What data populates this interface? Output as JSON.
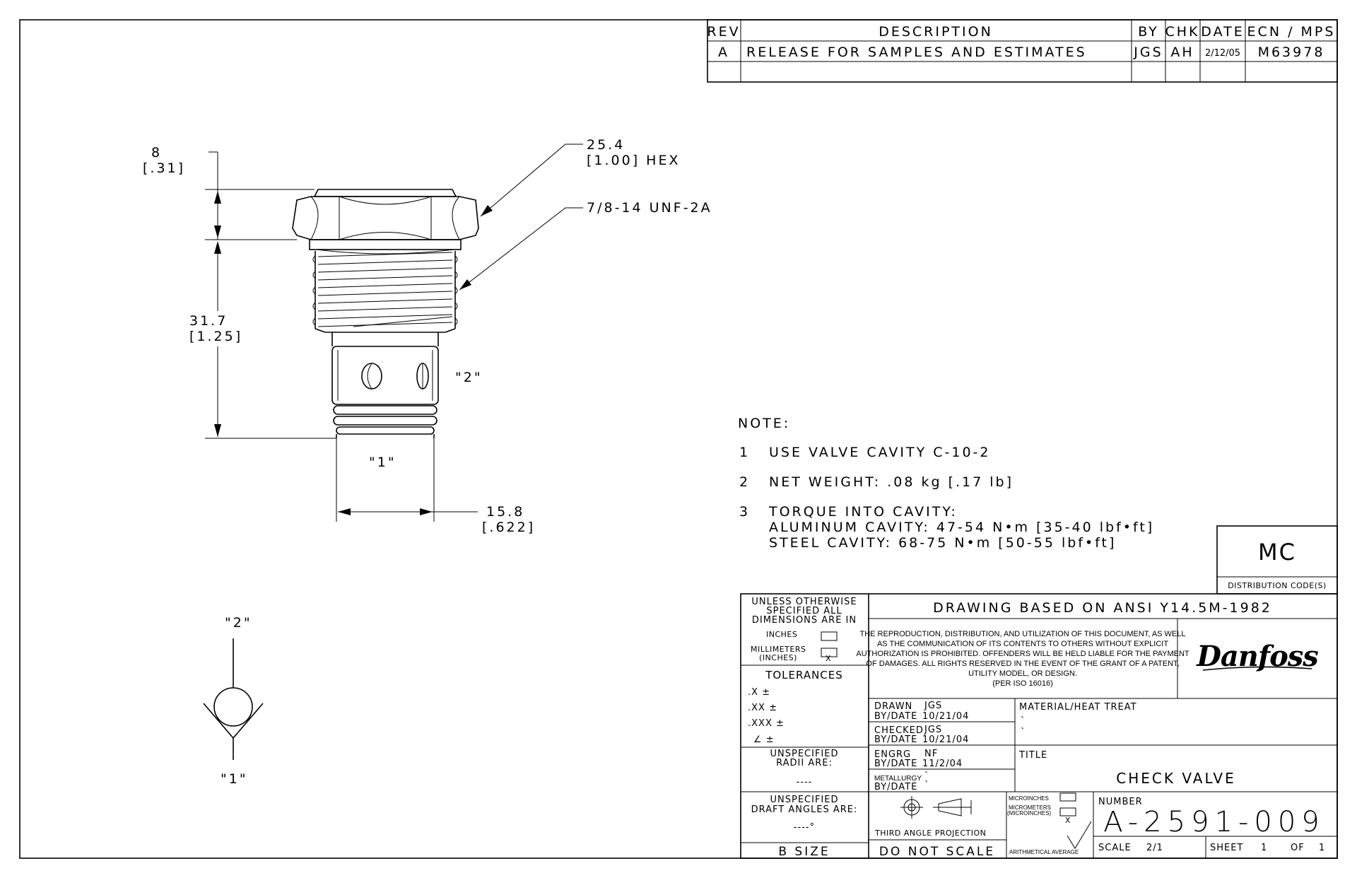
{
  "revision_table": {
    "headers": [
      "REV",
      "DESCRIPTION",
      "BY",
      "CHK",
      "DATE",
      "ECN / MPS"
    ],
    "rows": [
      [
        "A",
        "RELEASE FOR SAMPLES AND ESTIMATES",
        "JGS",
        "AH",
        "2/12/05",
        "M63978"
      ]
    ]
  },
  "drawing": {
    "dim_hex_height_mm": "8",
    "dim_hex_height_in": "[.31]",
    "dim_hex_size_mm": "25.4",
    "dim_hex_size_in": "[1.00] HEX",
    "dim_thread": "7/8-14 UNF-2A",
    "dim_length_mm": "31.7",
    "dim_length_in": "[1.25]",
    "port2_label": "\"2\"",
    "port1_label": "\"1\"",
    "dim_dia_mm": "15.8",
    "dim_dia_in": "[.622]",
    "symbol_top_label": "\"2\"",
    "symbol_bottom_label": "\"1\""
  },
  "notes": {
    "heading": "NOTE:",
    "items": [
      {
        "num": "1",
        "lines": [
          "USE VALVE CAVITY C-10-2"
        ]
      },
      {
        "num": "2",
        "lines": [
          "NET WEIGHT: .08 kg [.17 lb]"
        ]
      },
      {
        "num": "3",
        "lines": [
          "TORQUE INTO CAVITY:",
          "ALUMINUM CAVITY: 47-54 N•m [35-40 lbf•ft]",
          "STEEL CAVITY: 68-75 N•m [50-55 lbf•ft]"
        ]
      }
    ]
  },
  "distribution": {
    "code": "MC",
    "label": "DISTRIBUTION CODE(S)"
  },
  "title_block": {
    "unless_lines": [
      "UNLESS OTHERWISE",
      "SPECIFIED ALL",
      "DIMENSIONS ARE IN"
    ],
    "inches_label": "INCHES",
    "mm_label_1": "MILLIMETERS",
    "mm_label_2": "(INCHES)",
    "mm_box_mark": "X",
    "tolerances_label": "TOLERANCES",
    "tol_x": ".X  ±",
    "tol_xx": ".XX  ±",
    "tol_xxx": ".XXX ±",
    "tol_angle": "∠  ±",
    "radii_lines": [
      "UNSPECIFIED",
      "RADII ARE:"
    ],
    "radii_value": "----",
    "draft_lines": [
      "UNSPECIFIED",
      "DRAFT ANGLES ARE:"
    ],
    "draft_value": "----°",
    "size": "B SIZE",
    "ansi": "DRAWING BASED ON ANSI Y14.5M-1982",
    "legal_lines": [
      "THE REPRODUCTION, DISTRIBUTION, AND UTILIZATION OF THIS DOCUMENT, AS WELL",
      "AS THE COMMUNICATION OF ITS CONTENTS TO OTHERS WITHOUT EXPLICIT",
      "AUTHORIZATION IS PROHIBITED. OFFENDERS WILL BE HELD LIABLE FOR THE PAYMENT",
      "OF DAMAGES.  ALL RIGHTS RESERVED IN THE EVENT OF THE GRANT OF A PATENT,",
      "UTILITY MODEL, OR DESIGN.",
      "(PER ISO 16016)"
    ],
    "logo": "Danfoss",
    "drawn_label": "DRAWN",
    "drawn_by": "JGS",
    "drawn_date_label": "BY/DATE",
    "drawn_date": "10/21/04",
    "checked_label": "CHECKED",
    "checked_by": "JGS",
    "checked_date_label": "BY/DATE",
    "checked_date": "10/21/04",
    "engrg_label": "ENGRG",
    "engrg_by": "NF",
    "engrg_date_label": "BY/DATE",
    "engrg_date": "11/2/04",
    "metallurgy_label": "METALLURGY",
    "metallurgy_by": "`",
    "metallurgy_date_label": "BY/DATE",
    "metallurgy_date": "`",
    "material_label": "MATERIAL/HEAT TREAT",
    "material_line1": "`",
    "material_line2": "`",
    "title_label": "TITLE",
    "title_value": "CHECK VALVE",
    "projection": "THIRD ANGLE PROJECTION",
    "do_not_scale": "DO NOT SCALE",
    "micro_lines": [
      "MICROINCHES",
      "MICROMETERS",
      "(MICROINCHES)"
    ],
    "micro_mark": "X",
    "arith": "ARITHMETICAL AVERAGE",
    "number_label": "NUMBER",
    "number_value": "A-2591-009",
    "scale_label": "SCALE",
    "scale_value": "2/1",
    "sheet_label": "SHEET",
    "sheet_value": "1",
    "of_label": "OF",
    "of_value": "1"
  }
}
